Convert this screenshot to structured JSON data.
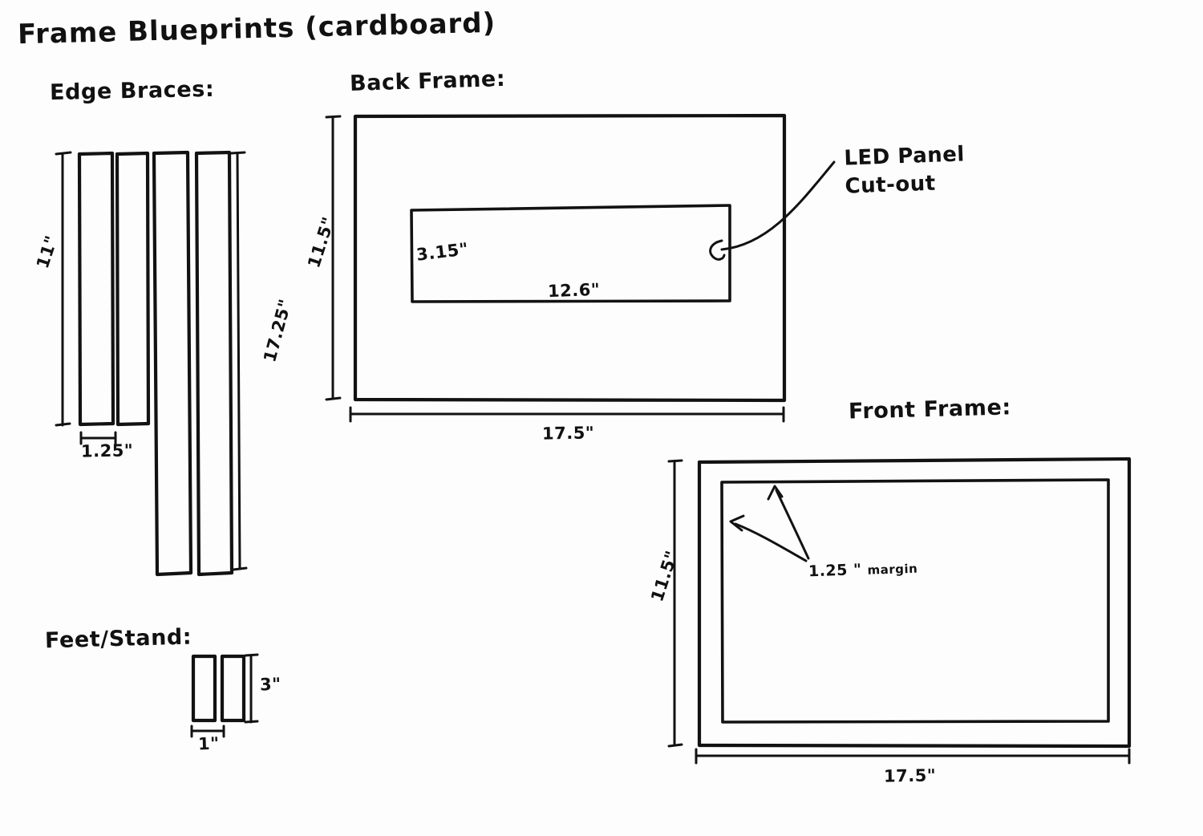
{
  "document": {
    "title": "Frame Blueprints (cardboard)",
    "medium": "cardboard",
    "units": "inches"
  },
  "sections": {
    "edge_braces": {
      "heading": "Edge Braces:",
      "short_bar_length": "11\"",
      "long_bar_length": "17.25\"",
      "bar_width": "1.25\"",
      "short_bar_count": 2,
      "long_bar_count": 2
    },
    "back_frame": {
      "heading": "Back Frame:",
      "height": "11.5\"",
      "width": "17.5\"",
      "cutout": {
        "label_line_1": "LED Panel",
        "label_line_2": "Cut-out",
        "height": "3.15\"",
        "width": "12.6\""
      }
    },
    "front_frame": {
      "heading": "Front Frame:",
      "height": "11.5\"",
      "width": "17.5\"",
      "margin_value": "1.25 \"",
      "margin_word": "margin"
    },
    "feet_stand": {
      "heading": "Feet/Stand:",
      "height": "3\"",
      "width": "1\"",
      "piece_count": 2
    }
  },
  "colors": {
    "ink": "#121212",
    "paper": "#fdfdfd"
  }
}
